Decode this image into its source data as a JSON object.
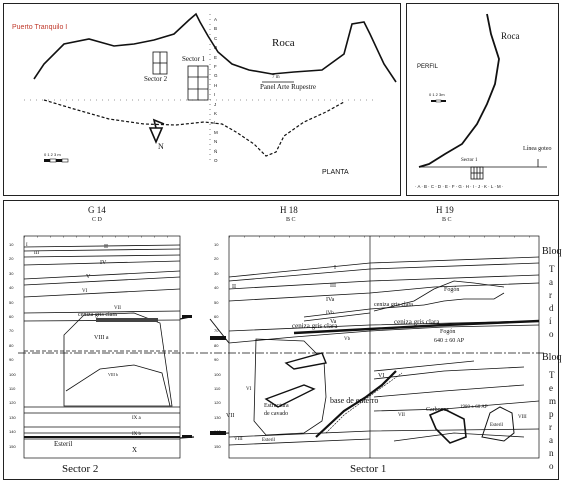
{
  "plan": {
    "site_name": "Puerto Tranquilo I",
    "rock_label": "Roca",
    "sector2_label": "Sector 2",
    "sector1_label": "Sector 1",
    "scale_panel_label": "7 m",
    "panel_label": "Panel Arte Rupestre",
    "north_label": "N",
    "scale_label": "0  1  2  3 m",
    "view_label": "PLANTA",
    "grid_letters": [
      "A",
      "B",
      "C",
      "D",
      "E",
      "F",
      "G",
      "H",
      "I",
      "J",
      "K",
      "L",
      "M",
      "N",
      "Ñ",
      "O"
    ]
  },
  "profile": {
    "rock_label": "Roca",
    "view_label": "PERFIL",
    "scale_label": "0  1  2  3m",
    "sector_label": "Sector 1",
    "dripline_label": "Línea goteo",
    "letters_row": "· A · B · C · D · E · F · G · H · I · J · K · L · M ·"
  },
  "section": {
    "col_g14": "G 14",
    "col_g14_sub": "C D",
    "col_h18": "H 18",
    "col_h18_sub": "B C",
    "col_h19": "H 19",
    "col_h19_sub": "B C",
    "bottom_sector2": "Sector 2",
    "bottom_sector1": "Sector 1",
    "block_tardio_1": "Bloque",
    "block_tardio_2": "T a r d í o",
    "block_temprano_1": "Bloque",
    "block_temprano_2": "T e m p r a n o",
    "layer_I": "I",
    "layer_II": "II",
    "layer_III": "III",
    "layer_IV": "IV",
    "layer_V": "V",
    "layer_VI": "VI",
    "layer_VII": "VII",
    "layer_VIIIa": "VIII a",
    "layer_VIIIb": "VIII b",
    "layer_IXa": "IX a",
    "layer_IXb": "IX b",
    "layer_X": "X",
    "esteril": "Esteril",
    "ceniza_g14": "ceniza gris clara",
    "h18_I": "I",
    "h18_II": "II",
    "h18_III": "III",
    "h18_IVa": "IVa",
    "h18_IVb": "IVb",
    "h18_Va": "Va",
    "h18_Vb": "Vb",
    "h18_VI": "VI",
    "h18_VII": "VII",
    "h18_VIII": "VIII",
    "ceniza_h18": "ceniza gris clara",
    "estructura_1": "Estructura",
    "estructura_2": "de cavado",
    "esteril_h18": "Esteril",
    "base_enterro": "base de enterro",
    "fogon_1": "Fogón",
    "fogon_2": "Fogón",
    "fogon_date": "640 ± 60 AP",
    "ceniza_h19": "ceniza gris clara",
    "carbones": "Carbones",
    "carbones_date": "1980 ± 60 AP",
    "esteril_h19": "Esteril",
    "h19_VII": "VII",
    "h19_VIII": "VIII",
    "depths": [
      "10",
      "20",
      "30",
      "40",
      "50",
      "60",
      "70",
      "80",
      "90",
      "100",
      "110",
      "120",
      "130",
      "140",
      "150"
    ]
  }
}
